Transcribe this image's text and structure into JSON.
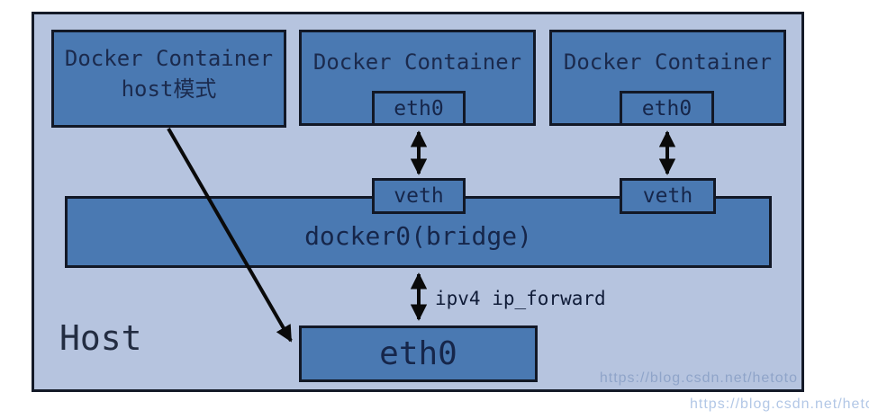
{
  "diagram": {
    "host": {
      "label": "Host"
    },
    "containers": [
      {
        "title": "Docker Container",
        "subtitle": "host模式"
      },
      {
        "title": "Docker Container",
        "eth": "eth0"
      },
      {
        "title": "Docker Container",
        "eth": "eth0"
      }
    ],
    "veth": {
      "mid": "veth",
      "right": "veth"
    },
    "bridge": {
      "label": "docker0(bridge)"
    },
    "links": {
      "ip_forward": "ipv4 ip_forward"
    },
    "host_eth": {
      "label": "eth0"
    },
    "watermark": {
      "inner": "https://blog.csdn.net/hetoto",
      "outer": "https://blog.csdn.net/hetoto"
    },
    "colors": {
      "host_fill": "#b6c4df",
      "node_fill": "#4a79b2",
      "border": "#121826",
      "text": "#16264a",
      "arrow": "#0a0a0a",
      "watermark": "#b2c7e6",
      "page_background": "#ffffff"
    }
  }
}
